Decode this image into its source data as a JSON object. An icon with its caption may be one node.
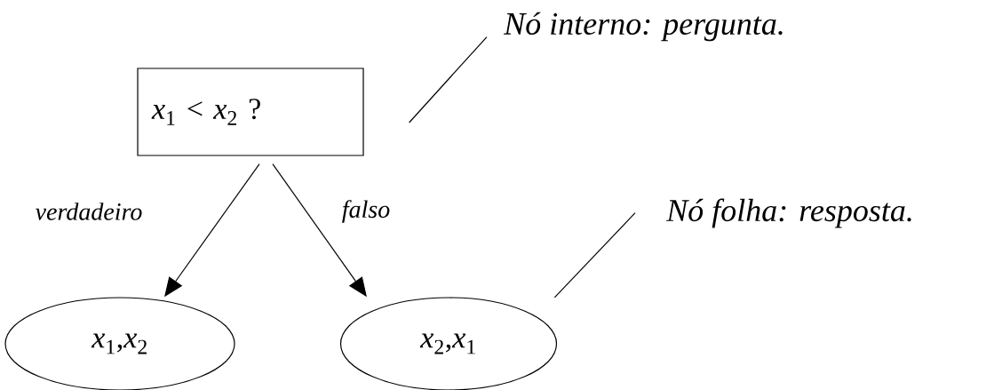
{
  "diagram": {
    "nodes": [
      {
        "text": [
          "*x*$_{1}$ < *x*$_{2}$ ?"
        ]
      },
      {
        "text": [
          "*x*$_{1}$,*x*$_{2}$"
        ]
      },
      {
        "text": [
          "*x*$_{2}$,*x*$_{1}$"
        ]
      },
      {
        "text": [
          "Nó interno: pergunta."
        ]
      },
      {
        "text": [
          "Nó folha: resposta."
        ]
      }
    ],
    "edges": [
      {
        "from": 0,
        "to": 1,
        "arrow": "to",
        "label": "verdadeiro"
      },
      {
        "from": 0,
        "to": 2,
        "arrow": "to",
        "label": "falso"
      },
      {
        "from": 3,
        "to": 0,
        "arrow": "none"
      },
      {
        "from": 4,
        "to": 2,
        "arrow": "none"
      }
    ]
  }
}
